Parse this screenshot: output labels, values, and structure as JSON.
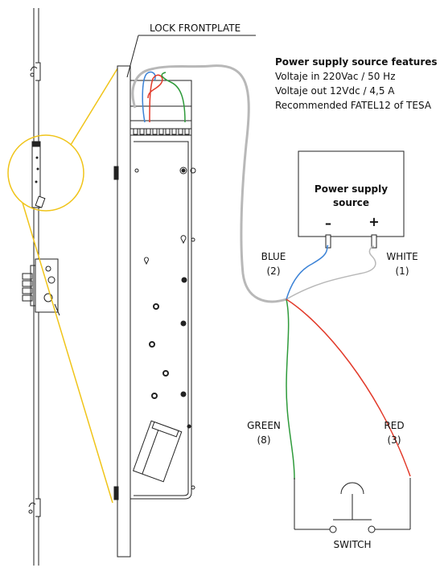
{
  "frontplate_label": "LOCK FRONTPLATE",
  "features": {
    "title": "Power supply source features",
    "lines": [
      "Voltaje in 220Vac / 50 Hz",
      "Voltaje out 12Vdc / 4,5 A",
      "Recommended FATEL12 of TESA"
    ]
  },
  "power_supply": {
    "title_line1": "Power supply",
    "title_line2": "source",
    "minus": "–",
    "plus": "+"
  },
  "wires": {
    "blue": {
      "name": "BLUE",
      "number": "(2)",
      "color": "#3b82d6"
    },
    "white": {
      "name": "WHITE",
      "number": "(1)",
      "color": "#b8b8b8"
    },
    "green": {
      "name": "GREEN",
      "number": "(8)",
      "color": "#2e9a3a"
    },
    "red": {
      "name": "RED",
      "number": "(3)",
      "color": "#e23a2a"
    }
  },
  "switch_label": "SWITCH",
  "accent": "#f0c419"
}
